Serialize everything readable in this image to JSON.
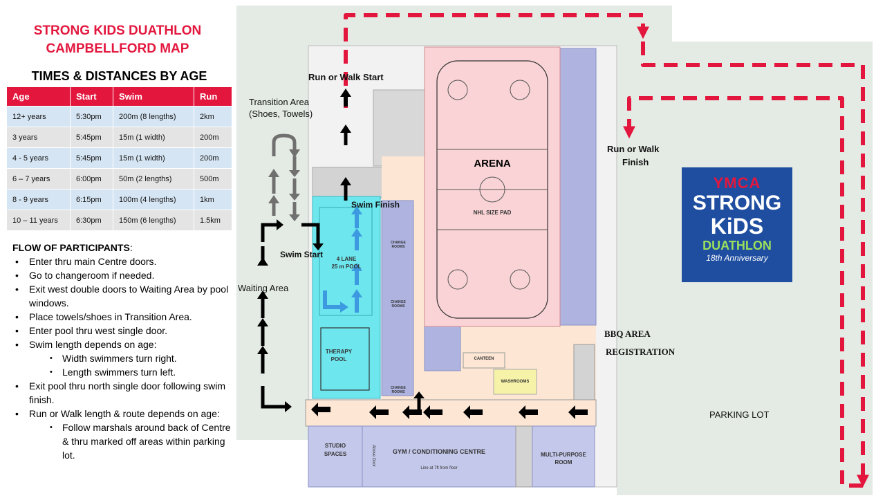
{
  "title_line1": "STRONG KIDS DUATHLON",
  "title_line2": "CAMPBELLFORD MAP",
  "times_heading": "TIMES & DISTANCES BY AGE",
  "table": {
    "headers": [
      "Age",
      "Start",
      "Swim",
      "Run"
    ],
    "rows": [
      [
        "12+ years",
        "5:30pm",
        "200m (8 lengths)",
        "2km"
      ],
      [
        "3 years",
        "5:45pm",
        "15m (1 width)",
        "200m"
      ],
      [
        "4 - 5 years",
        "5:45pm",
        "15m (1 width)",
        "200m"
      ],
      [
        "6 – 7 years",
        "6:00pm",
        "50m (2 lengths)",
        "500m"
      ],
      [
        "8 - 9 years",
        "6:15pm",
        "100m (4 lengths)",
        "1km"
      ],
      [
        "10 – 11 years",
        "6:30pm",
        "150m (6 lengths)",
        "1.5km"
      ]
    ]
  },
  "flow": {
    "heading": "FLOW OF PARTICIPANTS",
    "colon": ":",
    "items": [
      "Enter thru main Centre doors.",
      "Go to changeroom if needed.",
      "Exit west double doors to Waiting Area by pool windows.",
      "Place towels/shoes in Transition Area.",
      "Enter pool thru west single door.",
      "Swim length depends on age:",
      "Width swimmers turn right.",
      "Length swimmers turn left.",
      "Exit pool thru north single door following swim finish.",
      "Run or Walk length & route depends on age:",
      "Follow marshals around back of Centre & thru marked off areas within parking lot."
    ]
  },
  "labels": {
    "run_start": "Run or Walk Start",
    "transition_1": "Transition Area",
    "transition_2": "(Shoes, Towels)",
    "run_finish_1": "Run or Walk",
    "run_finish_2": "Finish",
    "swim_finish": "Swim Finish",
    "swim_start": "Swim Start",
    "waiting_area": "Waiting Area",
    "bbq": "BBQ AREA",
    "registration": "REGISTRATION",
    "parking": "PARKING LOT"
  },
  "floorplan": {
    "arena": "ARENA",
    "nhl": "NHL SIZE PAD",
    "pool_1": "4 LANE",
    "pool_2": "25 m POOL",
    "therapy_1": "THERAPY",
    "therapy_2": "POOL",
    "change_1": "CHANGE ROOMS",
    "change_2": "CHANGE ROOMS",
    "change_3": "CHANGE ROOMS",
    "canteen": "CANTEEN",
    "washrooms": "WASHROOMS",
    "studio_1": "STUDIO",
    "studio_2": "SPACES",
    "gym": "GYM / CONDITIONING CENTRE",
    "gym_note": "Line at 7ft from floor",
    "above_door": "Above Door",
    "mp_1": "MULTI-PURPOSE",
    "mp_2": "ROOM"
  },
  "logo": {
    "ymca": "YMCA",
    "strong": "STRONG",
    "kids": "KiDS",
    "duathlon": "DUATHLON",
    "anniversary": "18th Anniversary"
  },
  "colors": {
    "accent": "#e3173e",
    "grass": "#e4ebe4",
    "arena": "#f9d3d5",
    "pool": "#6de6ee",
    "corridor": "#fde6d3",
    "blue_rooms": "#aeb3e0",
    "logo_bg": "#1f4ea0"
  }
}
